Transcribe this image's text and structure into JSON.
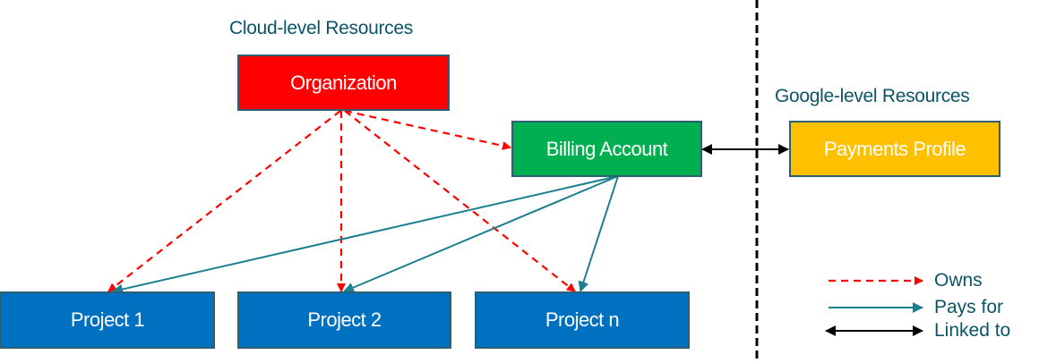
{
  "headings": {
    "cloud": "Cloud-level Resources",
    "google": "Google-level Resources"
  },
  "nodes": {
    "organization": {
      "label": "Organization",
      "color": "#ff0000"
    },
    "billing": {
      "label": "Billing Account",
      "color": "#00b050"
    },
    "payments": {
      "label": "Payments Profile",
      "color": "#ffc000"
    },
    "project1": {
      "label": "Project 1",
      "color": "#0070c0"
    },
    "project2": {
      "label": "Project 2",
      "color": "#0070c0"
    },
    "projectn": {
      "label": "Project n",
      "color": "#0070c0"
    }
  },
  "edges": [
    {
      "from": "organization",
      "to": "billing",
      "type": "owns"
    },
    {
      "from": "organization",
      "to": "project1",
      "type": "owns"
    },
    {
      "from": "organization",
      "to": "project2",
      "type": "owns"
    },
    {
      "from": "organization",
      "to": "projectn",
      "type": "owns"
    },
    {
      "from": "billing",
      "to": "project1",
      "type": "pays"
    },
    {
      "from": "billing",
      "to": "project2",
      "type": "pays"
    },
    {
      "from": "billing",
      "to": "projectn",
      "type": "pays"
    },
    {
      "from": "billing",
      "to": "payments",
      "type": "linked"
    }
  ],
  "legend": {
    "owns": {
      "label": "Owns",
      "color": "#ff0000"
    },
    "pays": {
      "label": "Pays for",
      "color": "#1b7f8f"
    },
    "linked": {
      "label": "Linked to",
      "color": "#000000"
    }
  },
  "divider_color": "#000000"
}
